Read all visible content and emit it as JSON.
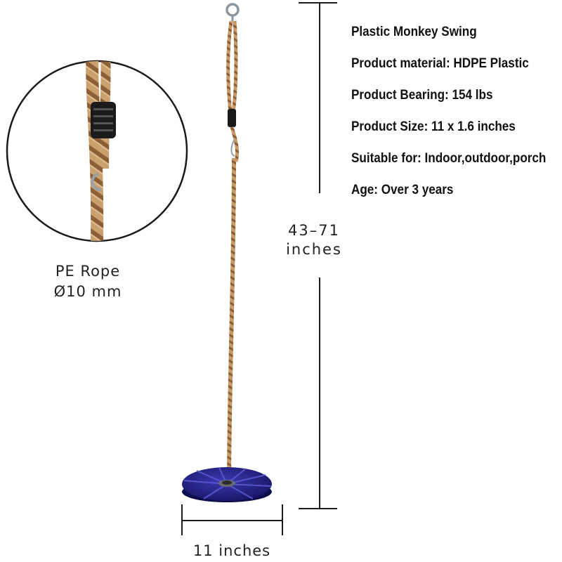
{
  "specs": {
    "title": "Plastic Monkey Swing",
    "material": "Product material: HDPE Plastic",
    "bearing": "Product Bearing: 154 lbs",
    "size": "Product Size: 11 x 1.6 inches",
    "suitable": "Suitable for: Indoor,outdoor,porch",
    "age": "Age: Over 3 years"
  },
  "rope_callout": {
    "name": "PE Rope",
    "diameter": "Ø10 mm"
  },
  "dimensions": {
    "height_value": "43–71",
    "height_unit": "inches",
    "width": "11 inches"
  },
  "colors": {
    "rope": "#b98a5a",
    "rope_dark": "#7d5430",
    "seat": "#1f1d86",
    "seat_highlight": "#4a49c2",
    "lines": "#1a1a1a"
  }
}
